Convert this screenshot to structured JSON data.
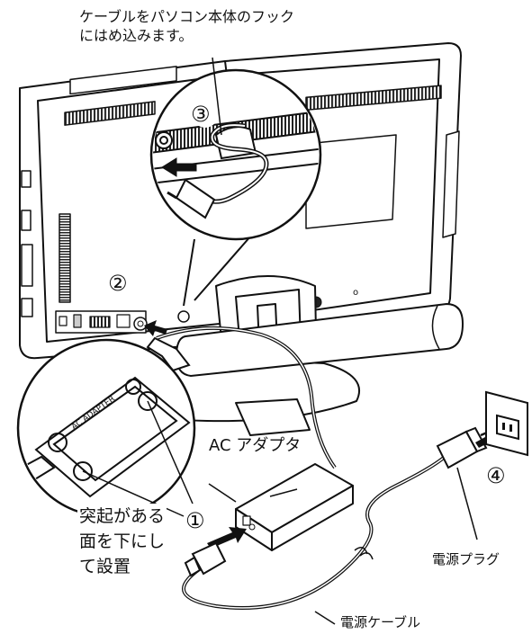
{
  "instruction": [
    "ケーブルをパソコン本体のフック",
    "にはめ込みます。"
  ],
  "steps": {
    "s1": "①",
    "s2": "②",
    "s3": "③",
    "s4": "④"
  },
  "labels": {
    "ac_adapter": "AC アダプタ",
    "projection_note": [
      "突起がある",
      "面を下にし",
      "て設置"
    ],
    "power_plug": "電源プラグ",
    "power_cable": "電源ケーブル",
    "adapter_sticker": "AC ADAPTER"
  },
  "icons": {
    "arrow": "direction-arrow-icon",
    "outlet": "wall-outlet-icon",
    "plug": "power-plug-icon"
  },
  "colors": {
    "ink": "#111111",
    "paper": "#ffffff",
    "shade": "#cfcfcf",
    "dark": "#333333"
  }
}
